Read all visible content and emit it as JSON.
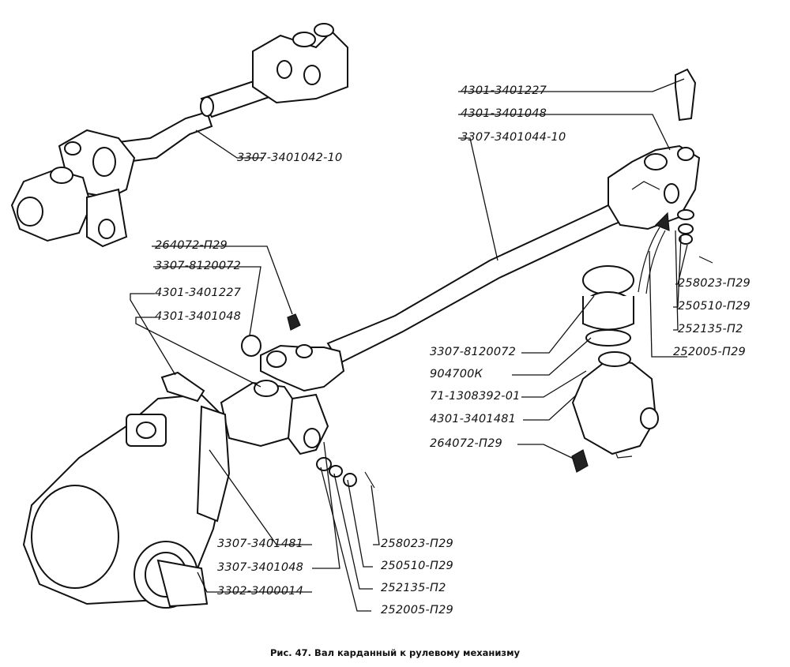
{
  "labels": {
    "shaft_top": "3307-3401042-10",
    "bolt_top_right": "4301-3401227",
    "cross_top_right": "4301-3401048",
    "shaft_main": "3307-3401044-10",
    "left_fitting": "264072-П29",
    "left_ring": "3307-8120072",
    "left_bolt": "4301-3401227",
    "left_cross": "4301-3401048",
    "r_cotter": "258023-П29",
    "r_washer": "250510-П29",
    "r_nut": "252135-П2",
    "r_washer2": "252005-П29",
    "ex_ring": "3307-8120072",
    "ex_seal": "904700К",
    "ex_bearing": "71-1308392-01",
    "ex_cross": "4301-3401481",
    "ex_fitting": "264072-П29",
    "b_yoke": "3307-3401481",
    "b_cross": "3307-3401048",
    "b_mechanism": "3302-3400014",
    "b_cotter": "258023-П29",
    "b_washer": "250510-П29",
    "b_nut": "252135-П2",
    "b_washer2": "252005-П29"
  },
  "caption": "Рис. 47. Вал карданный к рулевому механизму"
}
